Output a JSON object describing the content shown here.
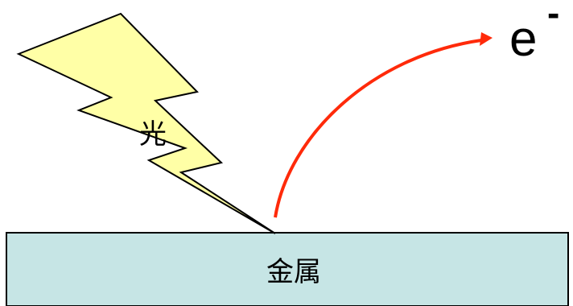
{
  "labels": {
    "light": "光",
    "metal": "金属",
    "electron": "e",
    "electron_charge": "-"
  },
  "colors": {
    "lightning_fill": "#FFFFA6",
    "lightning_stroke": "#000000",
    "metal_fill": "#C6E5E5",
    "metal_stroke": "#000000",
    "arrow": "#FF2A0A"
  }
}
